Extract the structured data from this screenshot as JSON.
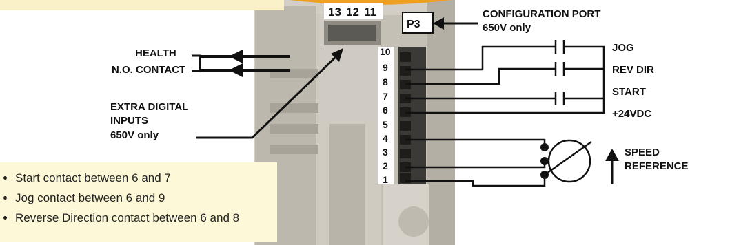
{
  "terminal_header": [
    "13",
    "12",
    "11"
  ],
  "port_label": "P3",
  "configuration_port": {
    "line1": "CONFIGURATION PORT",
    "line2": "650V only"
  },
  "health": {
    "line1": "HEALTH",
    "line2": "N.O. CONTACT"
  },
  "extra_inputs": {
    "line1": "EXTRA DIGITAL",
    "line2": "INPUTS",
    "line3": "650V only"
  },
  "pins": [
    "10",
    "9",
    "8",
    "7",
    "6",
    "5",
    "4",
    "3",
    "2",
    "1"
  ],
  "right_labels": {
    "jog": "JOG",
    "rev_dir": "REV DIR",
    "start": "START",
    "supply": "+24VDC"
  },
  "speed_reference": {
    "line1": "SPEED",
    "line2": "REFERENCE"
  },
  "notes": [
    "Start contact between 6 and 7",
    "Jog contact between 6 and 9",
    "Reverse Direction contact between 6 and 8"
  ],
  "colors": {
    "housing": "#c9c5bc",
    "note_bg": "#fdf8d8",
    "accent_orange": "#f0a020"
  }
}
